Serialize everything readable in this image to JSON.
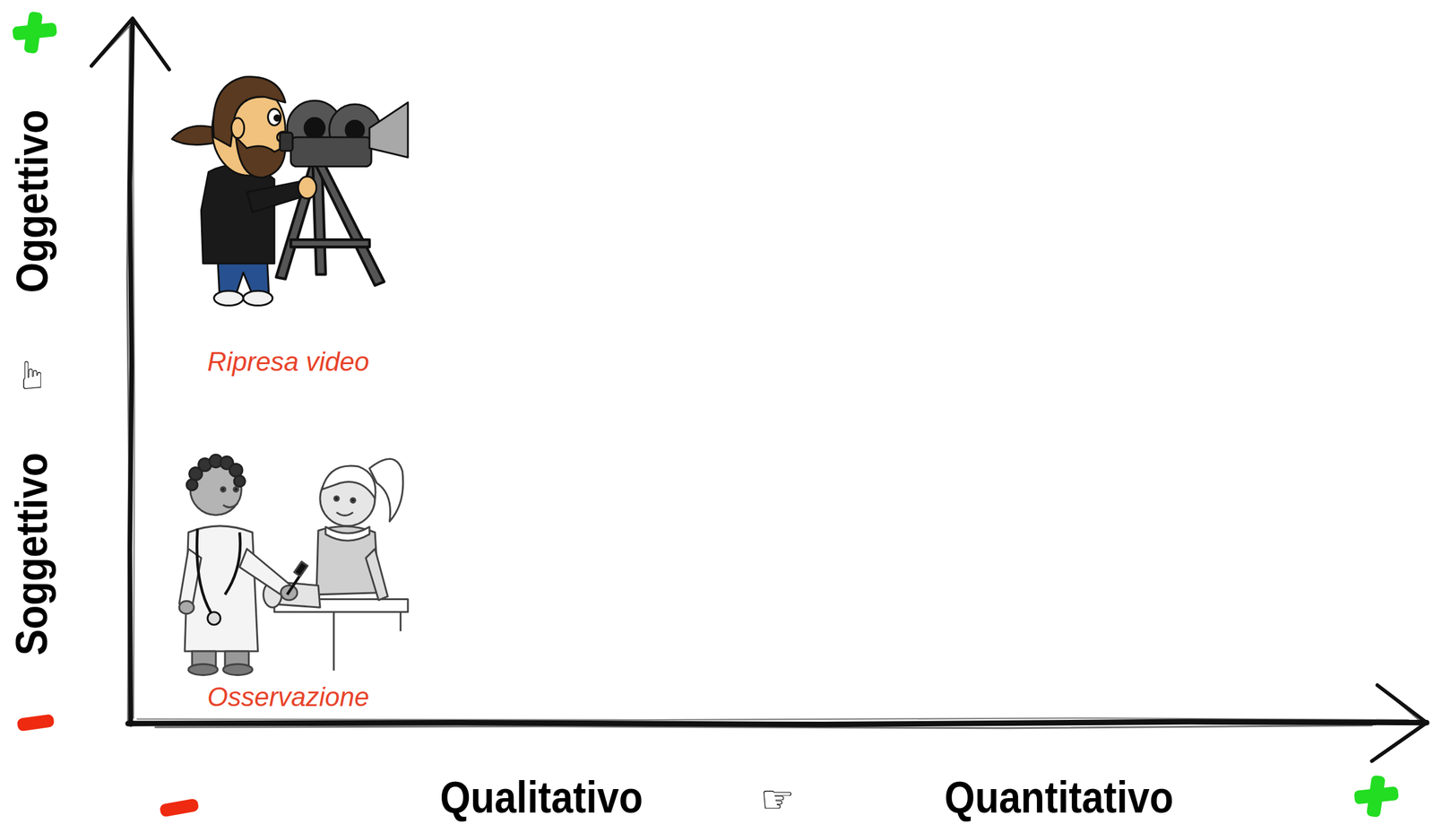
{
  "diagram": {
    "labels": [
      "Oggettivo",
      "☞",
      "Soggettivo",
      "Ripresa video",
      "Osservazione",
      "Qualitativo",
      "☞",
      "Quantitativo"
    ]
  }
}
